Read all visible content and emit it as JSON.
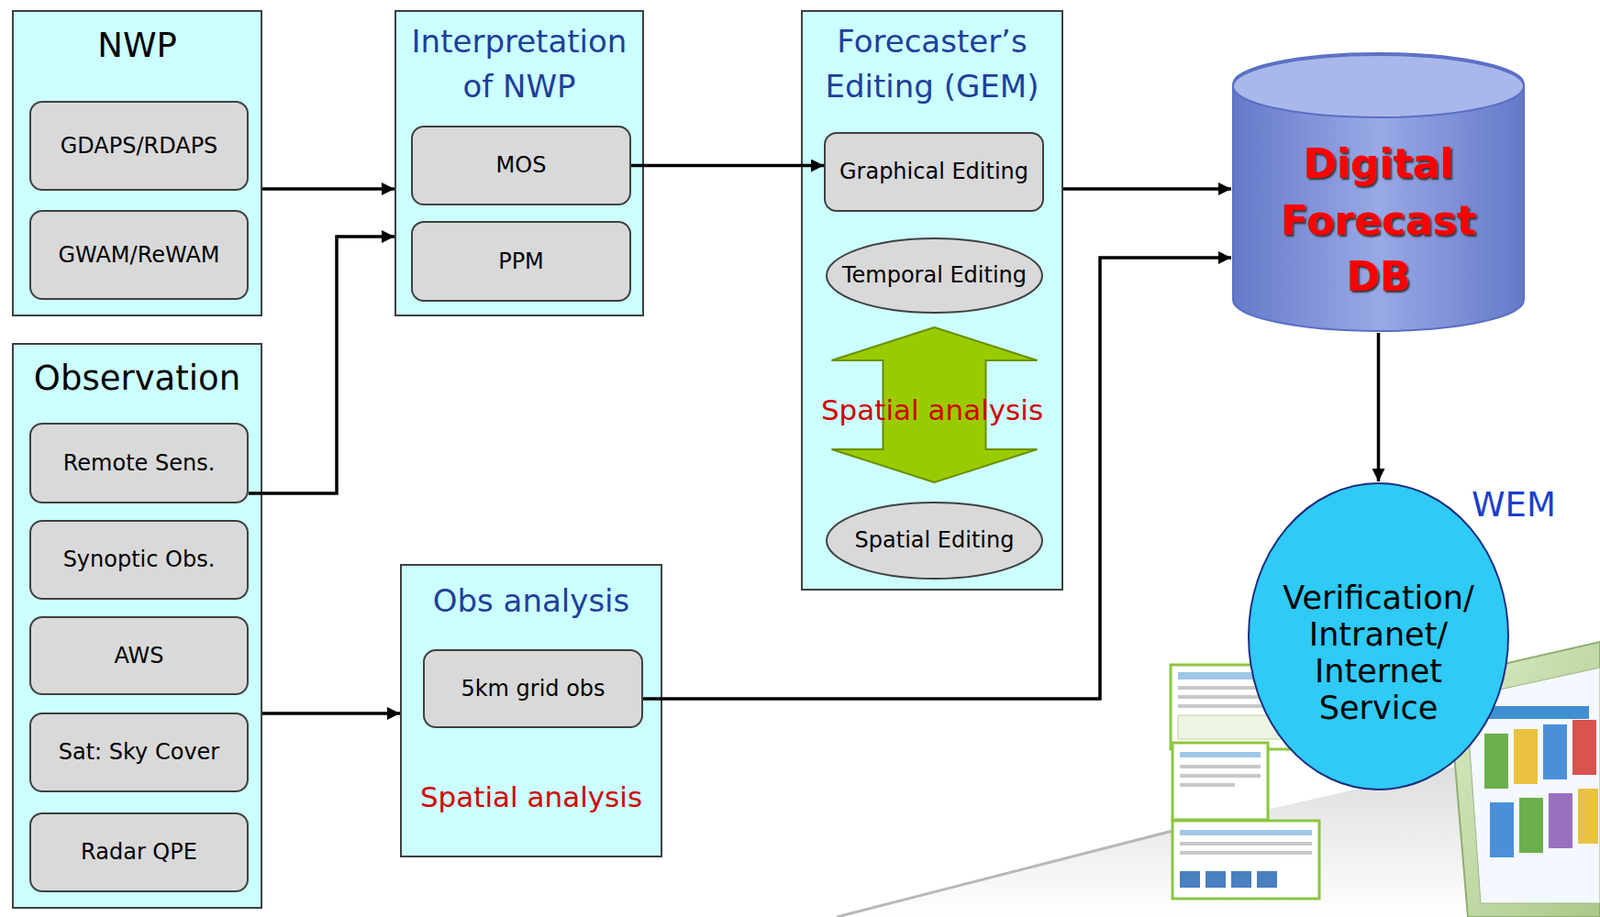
{
  "diagram": {
    "nodes": [
      {
        "text": [
          "NWP"
        ]
      },
      {
        "text": [
          "GDAPS/RDAPS"
        ],
        "in": 0
      },
      {
        "text": [
          "GWAM/ReWAM"
        ],
        "in": 0
      },
      {
        "text": [
          "Observation"
        ]
      },
      {
        "text": [
          "Remote Sens."
        ],
        "in": 3
      },
      {
        "text": [
          "Synoptic Obs."
        ],
        "in": 3
      },
      {
        "text": [
          "AWS"
        ],
        "in": 3
      },
      {
        "text": [
          "Sat: Sky Cover"
        ],
        "in": 3
      },
      {
        "text": [
          "Radar QPE"
        ],
        "in": 3
      },
      {
        "text": [
          "Interpretation of NWP"
        ]
      },
      {
        "text": [
          "MOS"
        ],
        "in": 9
      },
      {
        "text": [
          "PPM"
        ],
        "in": 9
      },
      {
        "text": [
          "Obs analysis",
          "Spatial analysis"
        ]
      },
      {
        "text": [
          "5km grid obs"
        ],
        "in": 12
      },
      {
        "text": [
          "Forecaster’s Editing (GEM)",
          "Spatial analysis"
        ]
      },
      {
        "text": [
          "Graphical Editing"
        ],
        "in": 14
      },
      {
        "text": [
          "Temporal Editing"
        ],
        "in": 14
      },
      {
        "text": [
          "Spatial Editing"
        ],
        "in": 14
      },
      {
        "text": [
          "Digital Forecast DB"
        ]
      },
      {
        "text": [
          "WEM",
          "Verification/ Intranet/ Internet Service"
        ]
      }
    ],
    "edges": [
      {
        "from": 0,
        "to": 9,
        "arrow": "to"
      },
      {
        "from": 4,
        "to": 9,
        "arrow": "to"
      },
      {
        "from": 10,
        "to": 15,
        "arrow": "to"
      },
      {
        "from": 14,
        "to": 18,
        "arrow": "to"
      },
      {
        "from": 3,
        "to": 12,
        "arrow": "to"
      },
      {
        "from": 13,
        "to": 18,
        "arrow": "to"
      },
      {
        "from": 18,
        "to": 19,
        "arrow": "to"
      },
      {
        "from": 16,
        "to": 17,
        "arrow": "both"
      }
    ]
  }
}
